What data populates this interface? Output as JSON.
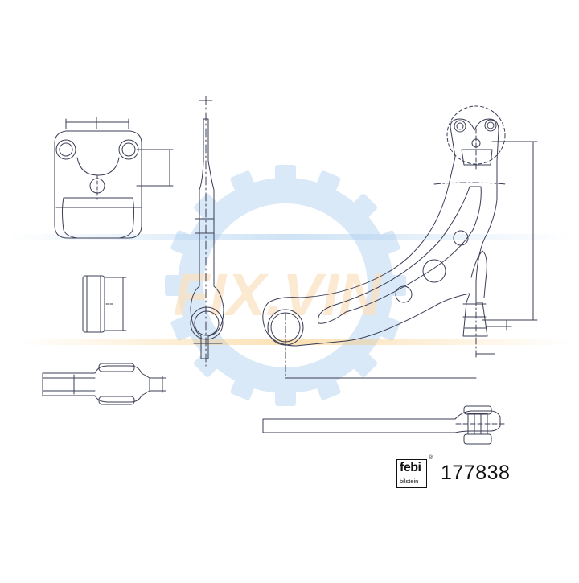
{
  "brand": {
    "logo_word": "febi",
    "logo_sub": "bilstein",
    "registered": "®"
  },
  "part_number": "177838",
  "watermark": {
    "text": "FIX.VIN"
  },
  "colors": {
    "line": "#3a3d55",
    "gear": "#a9cdee",
    "watermark_orange": "#f7c46c",
    "watermark_text": "#fbe2c2"
  }
}
